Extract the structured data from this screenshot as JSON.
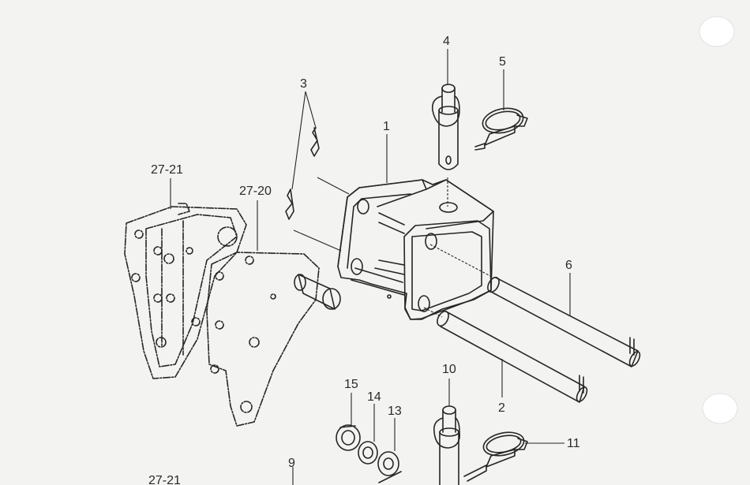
{
  "diagram": {
    "labels": {
      "l1": "1",
      "l2": "2",
      "l3": "3",
      "l4": "4",
      "l5": "5",
      "l6": "6",
      "l9": "9",
      "l10": "10",
      "l11": "11",
      "l13": "13",
      "l14": "14",
      "l15": "15",
      "l27_20": "27-20",
      "l27_21": "27-21",
      "l27_21b": "27-21"
    }
  }
}
